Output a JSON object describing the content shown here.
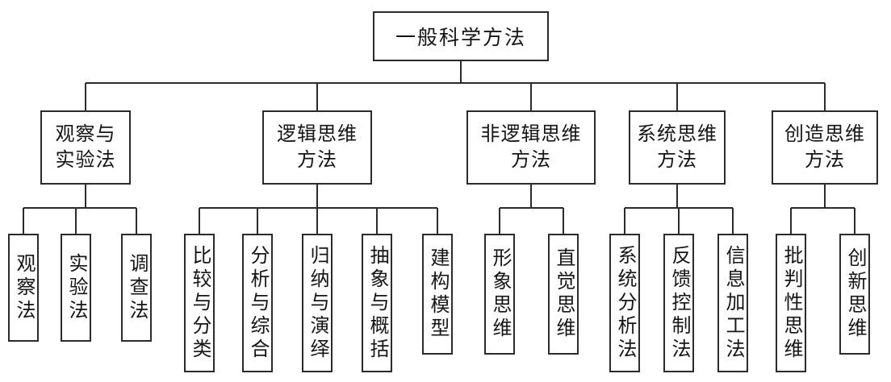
{
  "diagram": {
    "type": "tree",
    "root": "一般科学方法",
    "branches": [
      {
        "label": "观察与\n实验法",
        "children": [
          "观察法",
          "实验法",
          "调查法"
        ]
      },
      {
        "label": "逻辑思维\n方法",
        "children": [
          "比较与分类",
          "分析与综合",
          "归纳与演绎",
          "抽象与概括",
          "建构模型"
        ]
      },
      {
        "label": "非逻辑思维\n方法",
        "children": [
          "形象思维",
          "直觉思维"
        ]
      },
      {
        "label": "系统思维\n方法",
        "children": [
          "系统分析法",
          "反馈控制法",
          "信息加工法"
        ]
      },
      {
        "label": "创造思维\n方法",
        "children": [
          "批判性思维",
          "创新思维"
        ]
      }
    ],
    "colors": {
      "line": "#2b2b2b",
      "border": "#2b2b2b",
      "background": "#ffffff",
      "text": "#151515"
    }
  }
}
